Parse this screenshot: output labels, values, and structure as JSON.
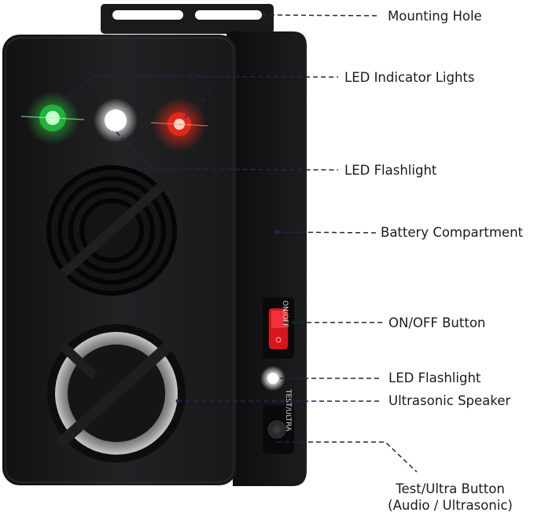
{
  "callouts": {
    "mounting_hole": "Mounting Hole",
    "led_indicator_lights": "LED Indicator Lights",
    "led_flashlight_top": "LED Flashlight",
    "battery_compartment": "Battery Compartment",
    "on_off_button": "ON/OFF Button",
    "led_flashlight_side": "LED Flashlight",
    "ultrasonic_speaker": "Ultrasonic Speaker",
    "test_ultra_button_line1": "Test/Ultra Button",
    "test_ultra_button_line2": "(Audio / Ultrasonic)"
  },
  "device_markings": {
    "switch_label": "ON/OFF",
    "button_label": "TEST/ULTRA"
  },
  "colors": {
    "device_body": "#1c1c1e",
    "led_green": "#2ecc40",
    "led_white": "#ffffff",
    "led_red": "#ff2a1a",
    "switch_red": "#d8141c",
    "leader_line": "#1a2a4a"
  }
}
